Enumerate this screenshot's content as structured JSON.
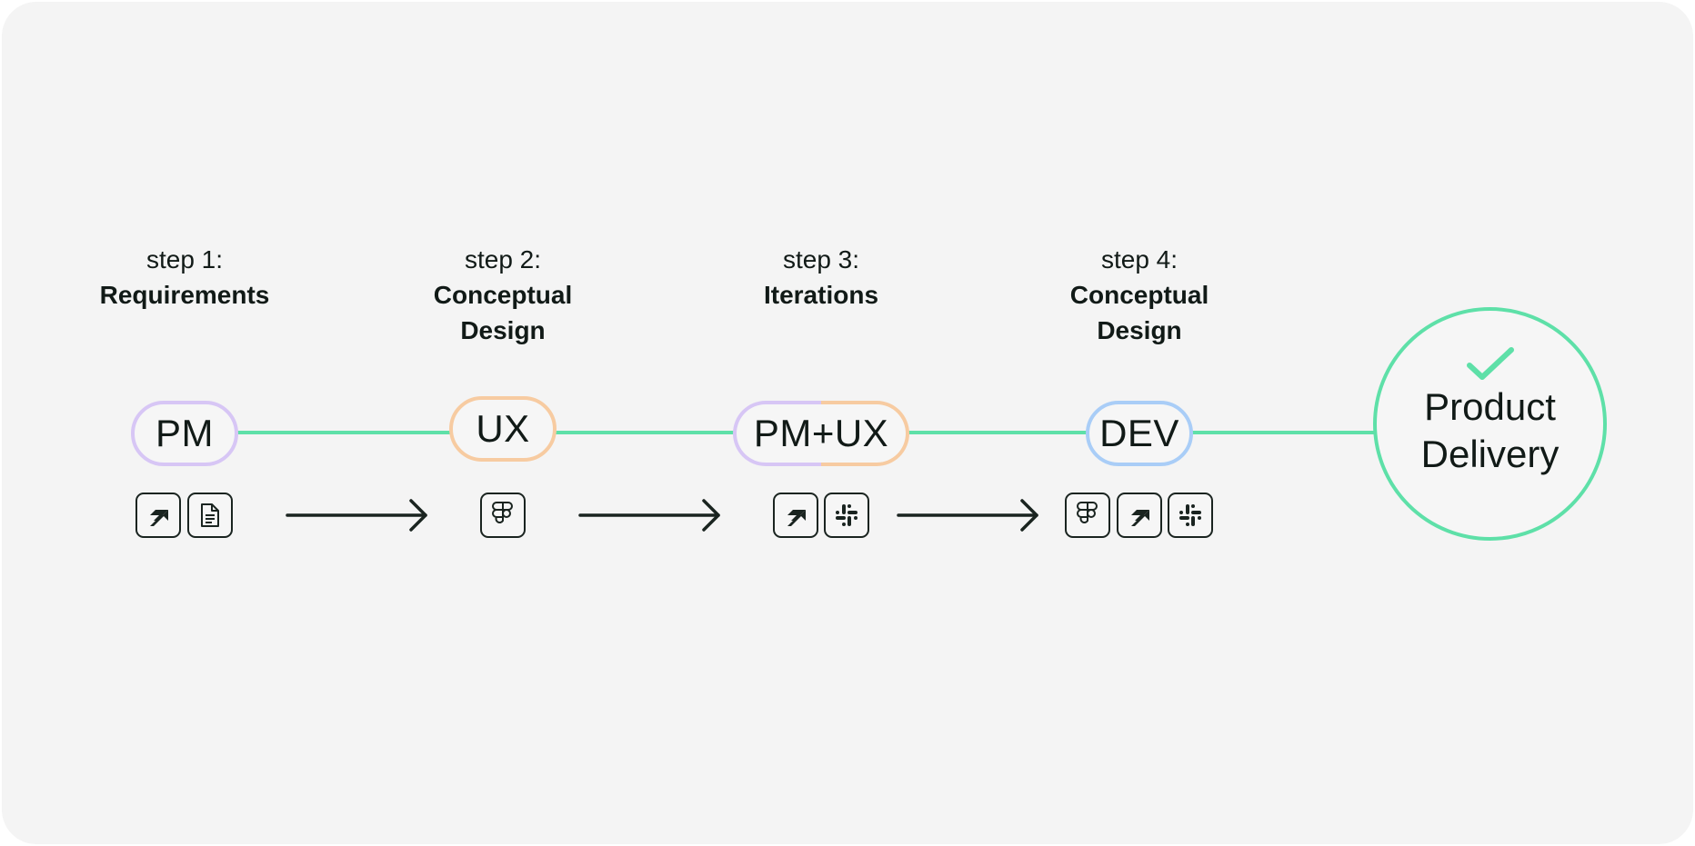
{
  "steps": [
    {
      "step": "step 1:",
      "title": [
        "Requirements"
      ],
      "role": "PM",
      "tools": [
        "jira-icon",
        "document-icon"
      ]
    },
    {
      "step": "step 2:",
      "title": [
        "Conceptual",
        "Design"
      ],
      "role": "UX",
      "tools": [
        "figma-icon"
      ]
    },
    {
      "step": "step 3:",
      "title": [
        "Iterations"
      ],
      "role": "PM+UX",
      "tools": [
        "jira-icon",
        "slack-icon"
      ]
    },
    {
      "step": "step 4:",
      "title": [
        "Conceptual",
        "Design"
      ],
      "role": "DEV",
      "tools": [
        "figma-icon",
        "jira-icon",
        "slack-icon"
      ]
    }
  ],
  "delivery": {
    "line1": "Product",
    "line2": "Delivery",
    "icon": "checkmark-icon"
  },
  "colors": {
    "background": "#f4f4f4",
    "connector": "#5ee0a8",
    "pm": "#d7c6f5",
    "ux": "#f7cba1",
    "dev": "#a9cdf7",
    "ink": "#111a17"
  }
}
